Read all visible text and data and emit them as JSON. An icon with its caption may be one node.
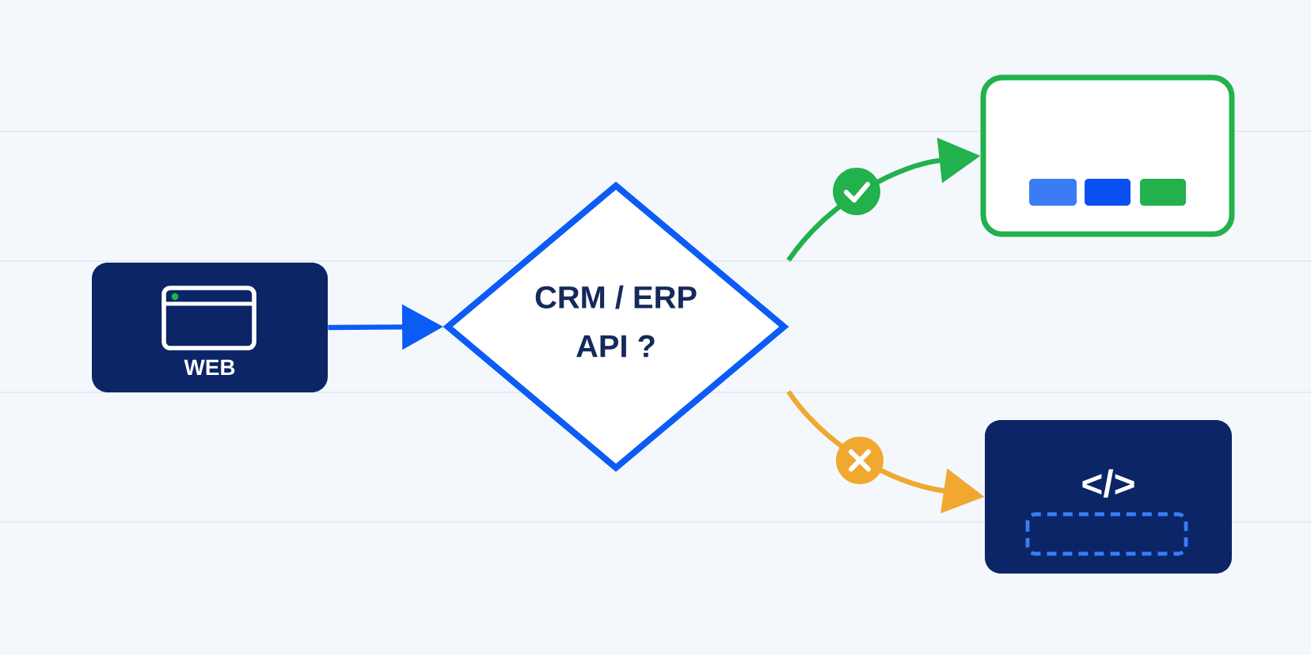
{
  "diagram": {
    "nodes": [
      {
        "text": [
          "WEB"
        ]
      },
      {
        "text": [
          "CRM / ERP API ?"
        ]
      },
      {
        "text": [],
        "shape": "box"
      },
      {
        "text": [
          "</>"
        ]
      }
    ],
    "edges": [
      {
        "from": 0,
        "to": 1,
        "arrow": "to",
        "color": "#0b5cf5"
      },
      {
        "from": 1,
        "to": 2,
        "arrow": "to",
        "color": "#22b14c"
      },
      {
        "from": 1,
        "to": 3,
        "arrow": "to",
        "color": "#f0a830"
      }
    ]
  }
}
